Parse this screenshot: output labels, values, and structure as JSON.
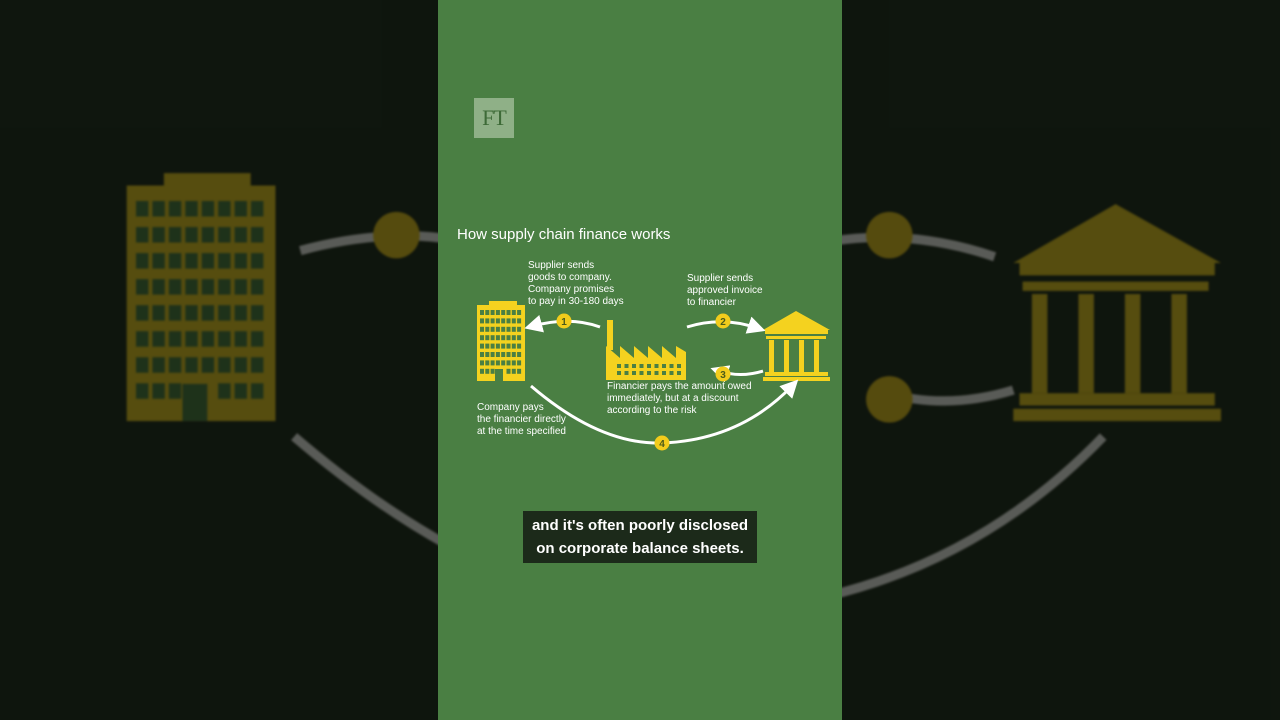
{
  "logo": "FT",
  "title": "How supply chain finance works",
  "steps": [
    {
      "number": "1",
      "lines": [
        "Supplier sends",
        "goods to company.",
        "Company promises",
        "to pay in 30-180 days"
      ]
    },
    {
      "number": "2",
      "lines": [
        "Supplier sends",
        "approved invoice",
        "to financier"
      ]
    },
    {
      "number": "3",
      "lines": [
        "Financier pays the amount owed",
        "immediately, but at a discount",
        "according to the risk"
      ]
    },
    {
      "number": "4",
      "lines": [
        "Company pays",
        "the financier directly",
        "at the time specified"
      ]
    }
  ],
  "caption": [
    "and it's often poorly disclosed",
    "on corporate balance sheets."
  ],
  "colors": {
    "panel": "#4a7f43",
    "icon": "#f4d21f",
    "background": "#18261a"
  }
}
